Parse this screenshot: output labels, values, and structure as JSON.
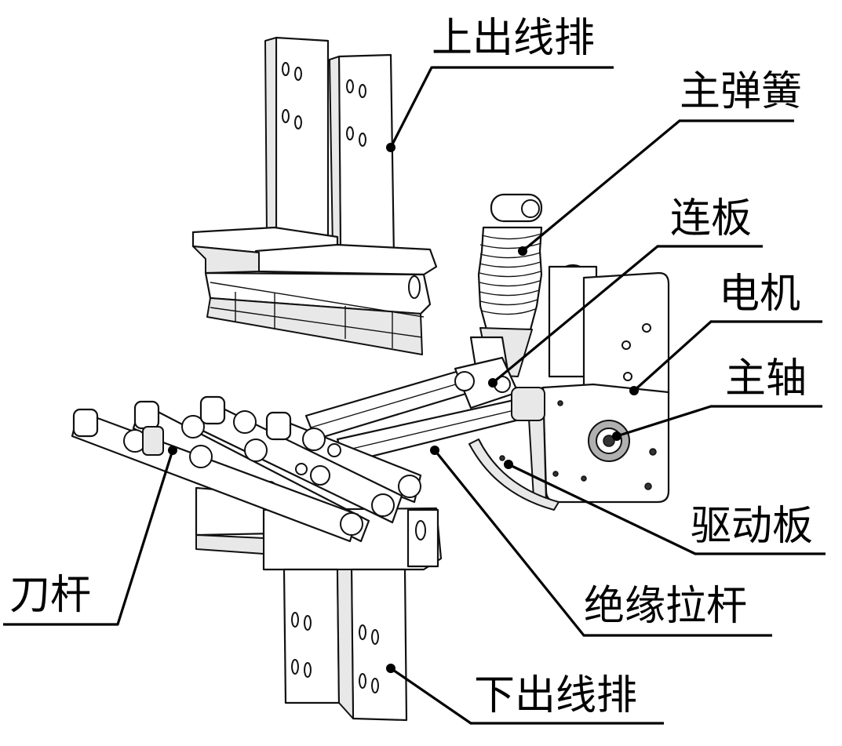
{
  "labels": {
    "upper_busbar": "上出线排",
    "main_spring": "主弹簧",
    "link_plate": "连板",
    "motor": "电机",
    "main_shaft": "主轴",
    "drive_plate": "驱动板",
    "insulated_pull_rod": "绝缘拉杆",
    "blade_rod": "刀杆",
    "lower_busbar": "下出线排"
  }
}
